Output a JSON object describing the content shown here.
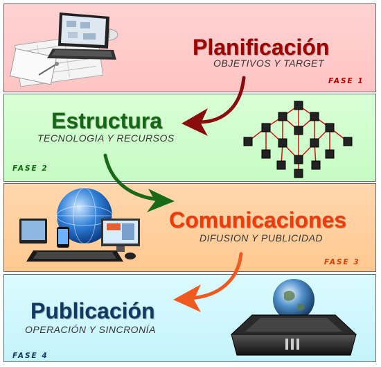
{
  "phases": [
    {
      "title": "Planificación",
      "subtitle": "OBJETIVOS Y TARGET",
      "fase": "FASE 1",
      "title_color": "#a10000",
      "fase_color": "#b00000",
      "image": "laptop-blueprints-icon"
    },
    {
      "title": "Estructura",
      "subtitle": "TECNOLOGIA Y RECURSOS",
      "fase": "FASE 2",
      "title_color": "#146614",
      "fase_color": "#0b6e0b",
      "image": "network-cubes-icon"
    },
    {
      "title": "Comunicaciones",
      "subtitle": "DIFUSION Y PUBLICIDAD",
      "fase": "FASE 3",
      "title_color": "#f03a0a",
      "fase_color": "#e03a00",
      "image": "globe-devices-icon"
    },
    {
      "title": "Publicación",
      "subtitle": "OPERACIÓN Y SINCRONÍA",
      "fase": "FASE 4",
      "title_color": "#103a63",
      "fase_color": "#103a63",
      "image": "server-globe-icon"
    }
  ]
}
